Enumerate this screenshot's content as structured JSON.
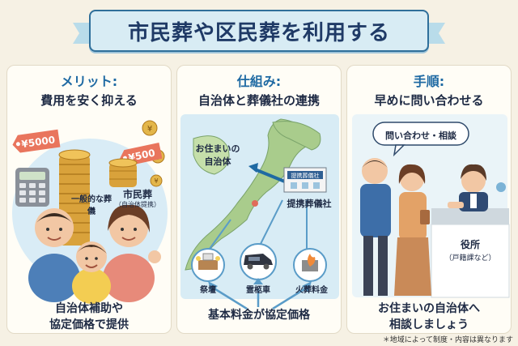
{
  "title": "市民葬や区民葬を利用する",
  "panels": {
    "merit": {
      "heading": "メリット:",
      "subheading": "費用を安く抑える",
      "tag_left": "¥5000",
      "tag_right": "¥500",
      "label_general": "一般的な葬儀",
      "label_city": "市民葬",
      "label_city_sub": "（自治体提携）",
      "footer_line1": "自治体補助や",
      "footer_line2": "協定価格で提供"
    },
    "system": {
      "heading": "仕組み:",
      "subheading": "自治体と葬儀社の連携",
      "label_home_line1": "お住まいの",
      "label_home_line2": "自治体",
      "sign_partner": "提携葬儀社",
      "label_partner": "提携葬儀社",
      "label_altar": "祭壇",
      "label_hearse": "霊柩車",
      "label_cremation": "火葬料金",
      "footer": "基本料金が協定価格"
    },
    "procedure": {
      "heading": "手順:",
      "subheading": "早めに問い合わせる",
      "bubble": "問い合わせ・相談",
      "label_office": "役所",
      "label_office_sub": "（戸籍課など）",
      "footer_line1": "お住まいの自治体へ",
      "footer_line2": "相談しましょう"
    }
  },
  "note": "＊地域によって制度・内容は異なります"
}
